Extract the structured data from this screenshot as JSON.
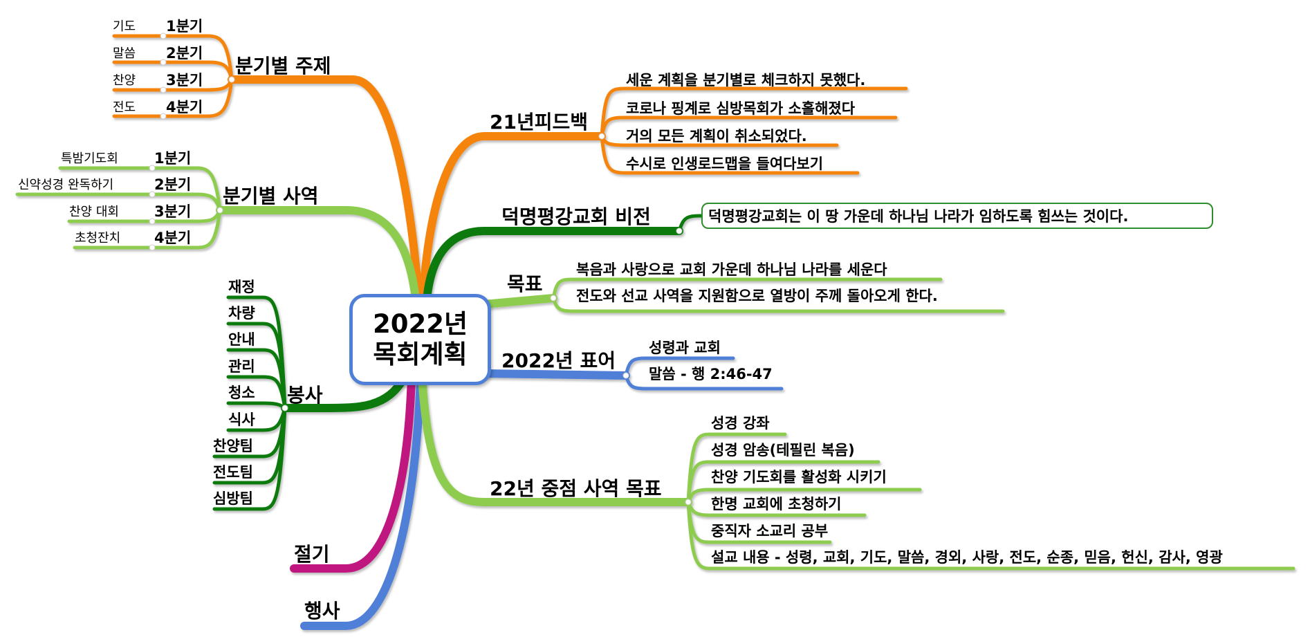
{
  "center": {
    "line1": "2022년",
    "line2": "목회계획",
    "border_color": "#4f7fd6"
  },
  "colors": {
    "orange": "#f5840c",
    "light_green": "#8dcc4f",
    "dark_green": "#0a7a0a",
    "blue": "#4f7fd6",
    "magenta": "#c0147f"
  },
  "left": {
    "quarterly_theme": {
      "label": "분기별 주제",
      "items": [
        {
          "quarter": "1분기",
          "value": "기도"
        },
        {
          "quarter": "2분기",
          "value": "말씀"
        },
        {
          "quarter": "3분기",
          "value": "찬양"
        },
        {
          "quarter": "4분기",
          "value": "전도"
        }
      ]
    },
    "quarterly_ministry": {
      "label": "분기별 사역",
      "items": [
        {
          "quarter": "1분기",
          "value": "특밤기도회"
        },
        {
          "quarter": "2분기",
          "value": "신약성경 완독하기"
        },
        {
          "quarter": "3분기",
          "value": "찬양 대회"
        },
        {
          "quarter": "4분기",
          "value": "초청잔치"
        }
      ]
    },
    "service": {
      "label": "봉사",
      "items": [
        "재정",
        "차량",
        "안내",
        "관리",
        "청소",
        "식사",
        "찬양팀",
        "전도팀",
        "심방팀"
      ]
    },
    "season": {
      "label": "절기"
    },
    "events": {
      "label": "행사"
    }
  },
  "right": {
    "feedback": {
      "label": "21년피드백",
      "items": [
        "세운 계획을 분기별로 체크하지 못했다.",
        "코로나 핑계로 심방목회가 소홀해졌다",
        "거의 모든 계획이 취소되었다.",
        "수시로 인생로드맵을 들여다보기"
      ]
    },
    "vision": {
      "label": "덕명평강교회 비전",
      "text": "덕명평강교회는 이 땅 가운데 하나님 나라가 임하도록 힘쓰는 것이다."
    },
    "goal": {
      "label": "목표",
      "items": [
        "복음과 사랑으로 교회 가운데 하나님 나라를 세운다",
        "전도와 선교 사역을 지원함으로 열방이 주께 돌아오게 한다."
      ]
    },
    "motto": {
      "label": "2022년 표어",
      "items": [
        "성령과 교회",
        "말씀 - 행 2:46-47"
      ]
    },
    "focus": {
      "label": "22년 중점 사역 목표",
      "items": [
        "성경 강좌",
        "성경 암송(테필린 복음)",
        "찬양 기도회를 활성화 시키기",
        "한명 교회에 초청하기",
        "중직자 소교리 공부",
        "설교 내용 - 성령, 교회, 기도, 말씀, 경외, 사랑, 전도, 순종, 믿음, 헌신, 감사, 영광"
      ]
    }
  }
}
